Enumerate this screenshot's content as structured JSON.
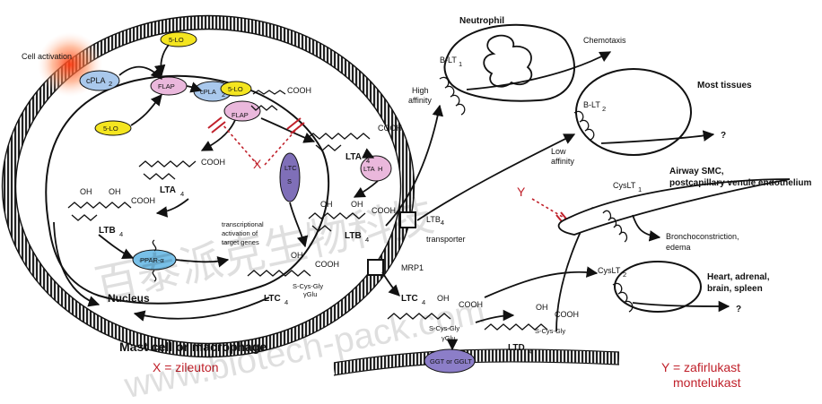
{
  "labels": {
    "cell_activation": "Cell activation",
    "cpla2": "cPLA",
    "cpla2_sub": "2",
    "five_lo": "5-LO",
    "flap": "FLAP",
    "lta4": "LTA",
    "ltb4": "LTB",
    "ltc4": "LTC",
    "ltd4": "LTD",
    "sub4": "4",
    "lta4h": "LTA",
    "lta4h_h": "H",
    "ltc4s": "LTC",
    "ltc4s_s": "S",
    "x_mark": "X",
    "y_mark": "Y",
    "ppar": "PPAR-α",
    "transcriptional": [
      "transcriptional",
      "activation of",
      "target genes"
    ],
    "nucleus": "Nucleus",
    "cell_name": "Mast cell or macrophage",
    "x_drug": "X = zileuton",
    "y_drugs": [
      "Y = zafirlukast",
      "montelukast"
    ],
    "ltb4_transporter": "LTB",
    "ltb4_transporter_rest": "transporter",
    "mrp1": "MRP1",
    "ggt": "GGT or GGLT",
    "cooh": "COOH",
    "oh": "OH",
    "s_cys_gly": "S-Cys-Gly",
    "gamma_glu": "γGlu",
    "neutrophil": "Neutrophil",
    "chemotaxis": "Chemotaxis",
    "b_lt1": "B-LT",
    "b_lt2": "B-LT",
    "sub1": "1",
    "sub2": "2",
    "high_affinity": [
      "High",
      "affinity"
    ],
    "low_affinity": [
      "Low",
      "affinity"
    ],
    "most_tissues": "Most tissues",
    "question": "?",
    "cyslt1": "CysLT",
    "cyslt2": "CysLT",
    "airway": [
      "Airway SMC,",
      "postcapillary venule endothelium"
    ],
    "broncho": [
      "Bronchoconstriction,",
      "edema"
    ],
    "heart": [
      "Heart, adrenal,",
      "brain, spleen"
    ]
  },
  "watermark": {
    "chinese": "百泰派克生物科技",
    "url": "www.biotech-pack.com"
  },
  "colors": {
    "cpla2": "#a9c8ec",
    "five_lo": "#f4e520",
    "flap": "#eab8dc",
    "ltc4s": "#7f6fb8",
    "ppar": "#78c0e8",
    "ggt": "#8c7ec8",
    "red": "#c0202a",
    "outline": "#111111"
  }
}
